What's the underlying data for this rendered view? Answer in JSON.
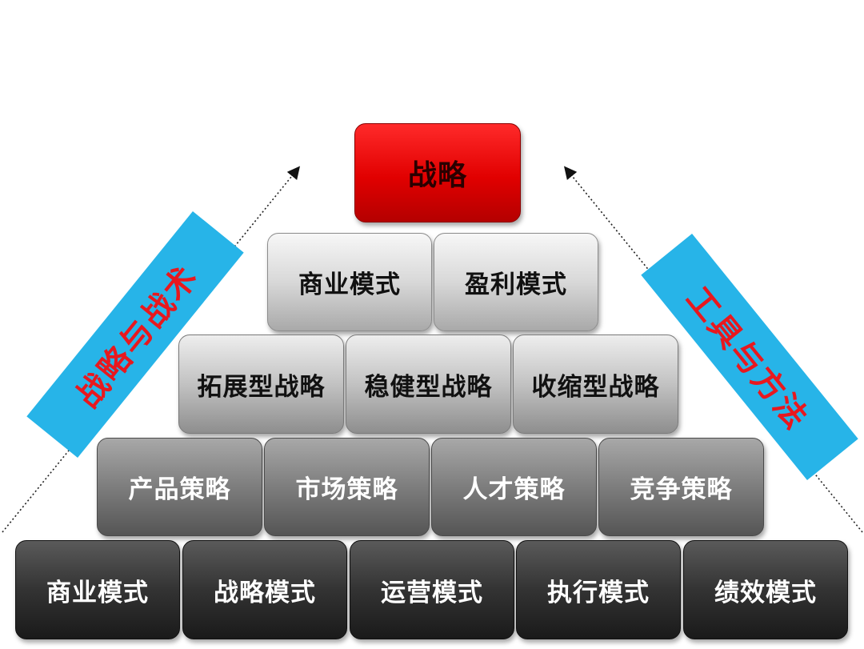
{
  "pyramid": {
    "top": "战略",
    "tier1": [
      "商业模式",
      "盈利模式"
    ],
    "tier2": [
      "拓展型战略",
      "稳健型战略",
      "收缩型战略"
    ],
    "tier3": [
      "产品策略",
      "市场策略",
      "人才策略",
      "竞争策略"
    ],
    "tier4": [
      "商业模式",
      "战略模式",
      "运营模式",
      "执行模式",
      "绩效模式"
    ]
  },
  "side_labels": {
    "left": "战略与战术",
    "right": "工具与方法"
  },
  "colors": {
    "top_block": "#e10000",
    "banner": "#27b4e8",
    "banner_text": "#e8181e"
  }
}
